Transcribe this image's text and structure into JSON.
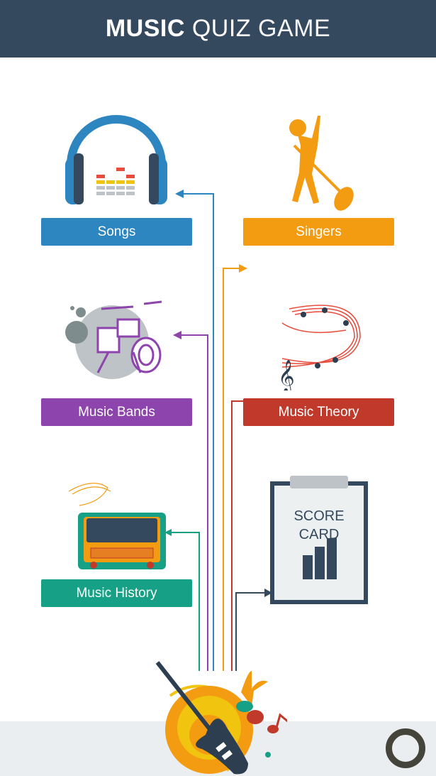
{
  "header": {
    "title_bold": "MUSIC",
    "title_mid": "QUIZ",
    "title_light": "GAME"
  },
  "categories": [
    {
      "label": "Songs",
      "color": "#2e86c1",
      "icon": "headphones-icon"
    },
    {
      "label": "Singers",
      "color": "#f39c12",
      "icon": "singer-icon"
    },
    {
      "label": "Music Bands",
      "color": "#8e44ad",
      "icon": "drum-kit-icon"
    },
    {
      "label": "Music Theory",
      "color": "#c0392b",
      "icon": "music-staff-icon"
    },
    {
      "label": "Music History",
      "color": "#16a085",
      "icon": "radio-icon"
    }
  ],
  "scorecard": {
    "line1": "SCORE",
    "line2": "CARD",
    "icon": "clipboard-bar-chart-icon"
  },
  "footer": {
    "icon": "ring-button-icon"
  }
}
